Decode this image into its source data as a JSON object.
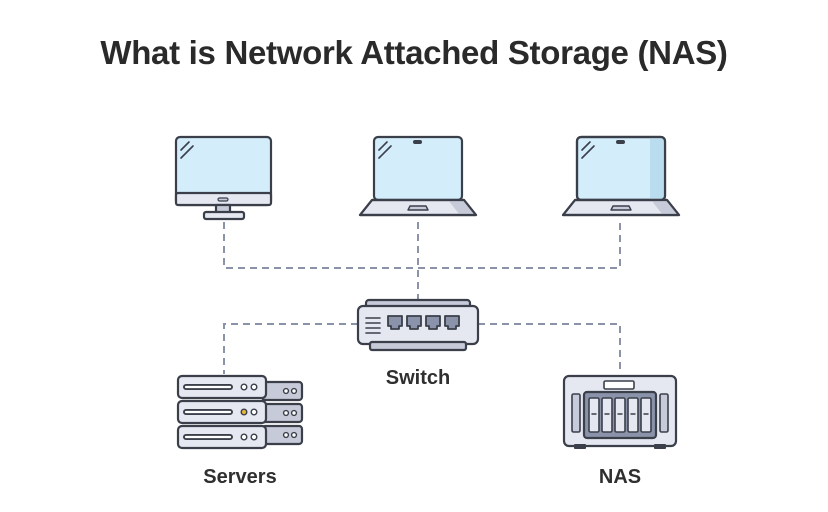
{
  "title": "What is Network Attached Storage (NAS)",
  "nodes": {
    "switch": {
      "label": "Switch"
    },
    "servers": {
      "label": "Servers"
    },
    "nas": {
      "label": "NAS"
    }
  },
  "colors": {
    "outline": "#3a3f4a",
    "screen": "#d3eefa",
    "screen_shade": "#b9dcee",
    "device_body": "#e6e8f1",
    "device_shade": "#c7cad8",
    "connector": "#8a93aa",
    "led_accent": "#e5b53a"
  }
}
